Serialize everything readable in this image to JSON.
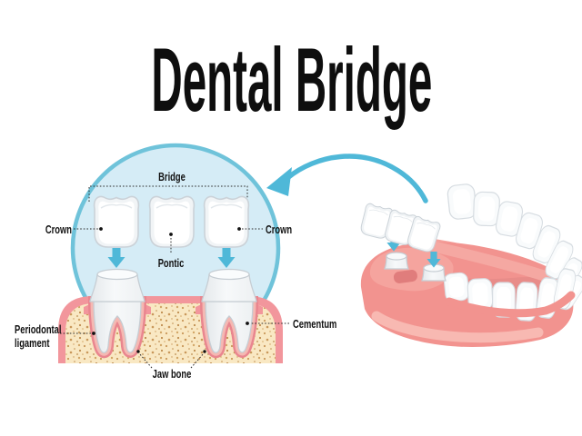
{
  "title": "Dental Bridge",
  "diagram": {
    "labels": {
      "bridge": "Bridge",
      "crown_left": "Crown",
      "crown_right": "Crown",
      "pontic": "Pontic",
      "periodontal_ligament": "Periodontal ligament",
      "cementum": "Cementum",
      "jaw_bone": "Jaw bone"
    },
    "icons": {
      "curved_arrow": "curved-arrow-icon",
      "placement_arrow": "down-arrow-icon"
    },
    "colors": {
      "accent_blue": "#4FB8D8",
      "circle_fill": "#D5ECF6",
      "circle_stroke": "#6FC3DA",
      "bone_cream": "#F9E8C3",
      "bone_speckle": "#C9985A",
      "gum_pink": "#F2969C",
      "ligament_pink": "#E9868F",
      "jaw_pink": "#F2938F",
      "tooth_white": "#FFFFFF",
      "text_black": "#111111",
      "background": "#FFFFFF"
    }
  }
}
